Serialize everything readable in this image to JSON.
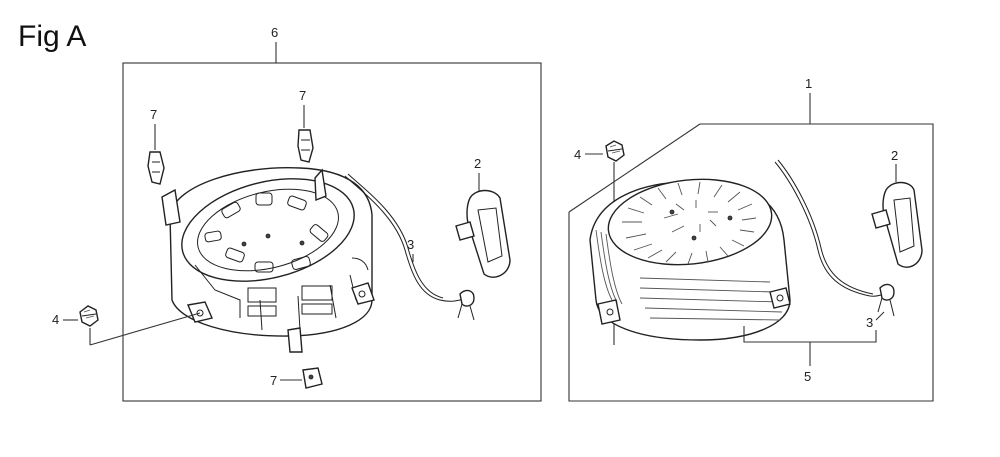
{
  "figure": {
    "title": "Fig A"
  },
  "callouts": {
    "left_assembly": "6",
    "left_clip_a": "7",
    "left_clip_b": "7",
    "left_clip_c": "7",
    "left_grip": "2",
    "left_rope": "3",
    "left_nut": "4",
    "right_assembly": "1",
    "right_nut": "4",
    "right_grip": "2",
    "right_rope": "3",
    "right_subassembly": "5"
  }
}
